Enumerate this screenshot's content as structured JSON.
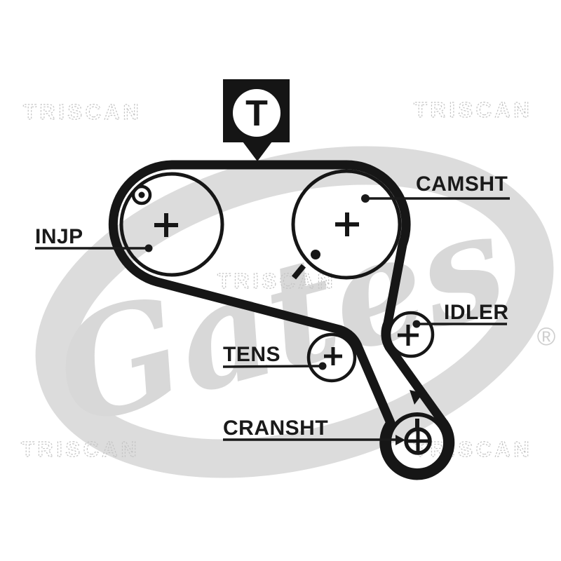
{
  "diagram": {
    "kind": "timing-belt-routing-diagram",
    "timing_marker": "T",
    "pulleys": [
      {
        "id": "camshaft",
        "label": "CAMSHT"
      },
      {
        "id": "injection-pump",
        "label": "INJP"
      },
      {
        "id": "idler",
        "label": "IDLER"
      },
      {
        "id": "tensioner",
        "label": "TENS"
      },
      {
        "id": "crankshaft",
        "label": "CRANSHT"
      }
    ]
  },
  "watermarks": {
    "corner_brand": "TRISCAN",
    "logo_script": "Gates",
    "registered_symbol": "®"
  },
  "colors": {
    "background": "#ffffff",
    "belt": "#161616",
    "label_text": "#1a1a1a",
    "watermark_gray": "#d8d8d8",
    "watermark_ring": "#dcdcdc",
    "watermark_outline": "#c4c4c4"
  }
}
